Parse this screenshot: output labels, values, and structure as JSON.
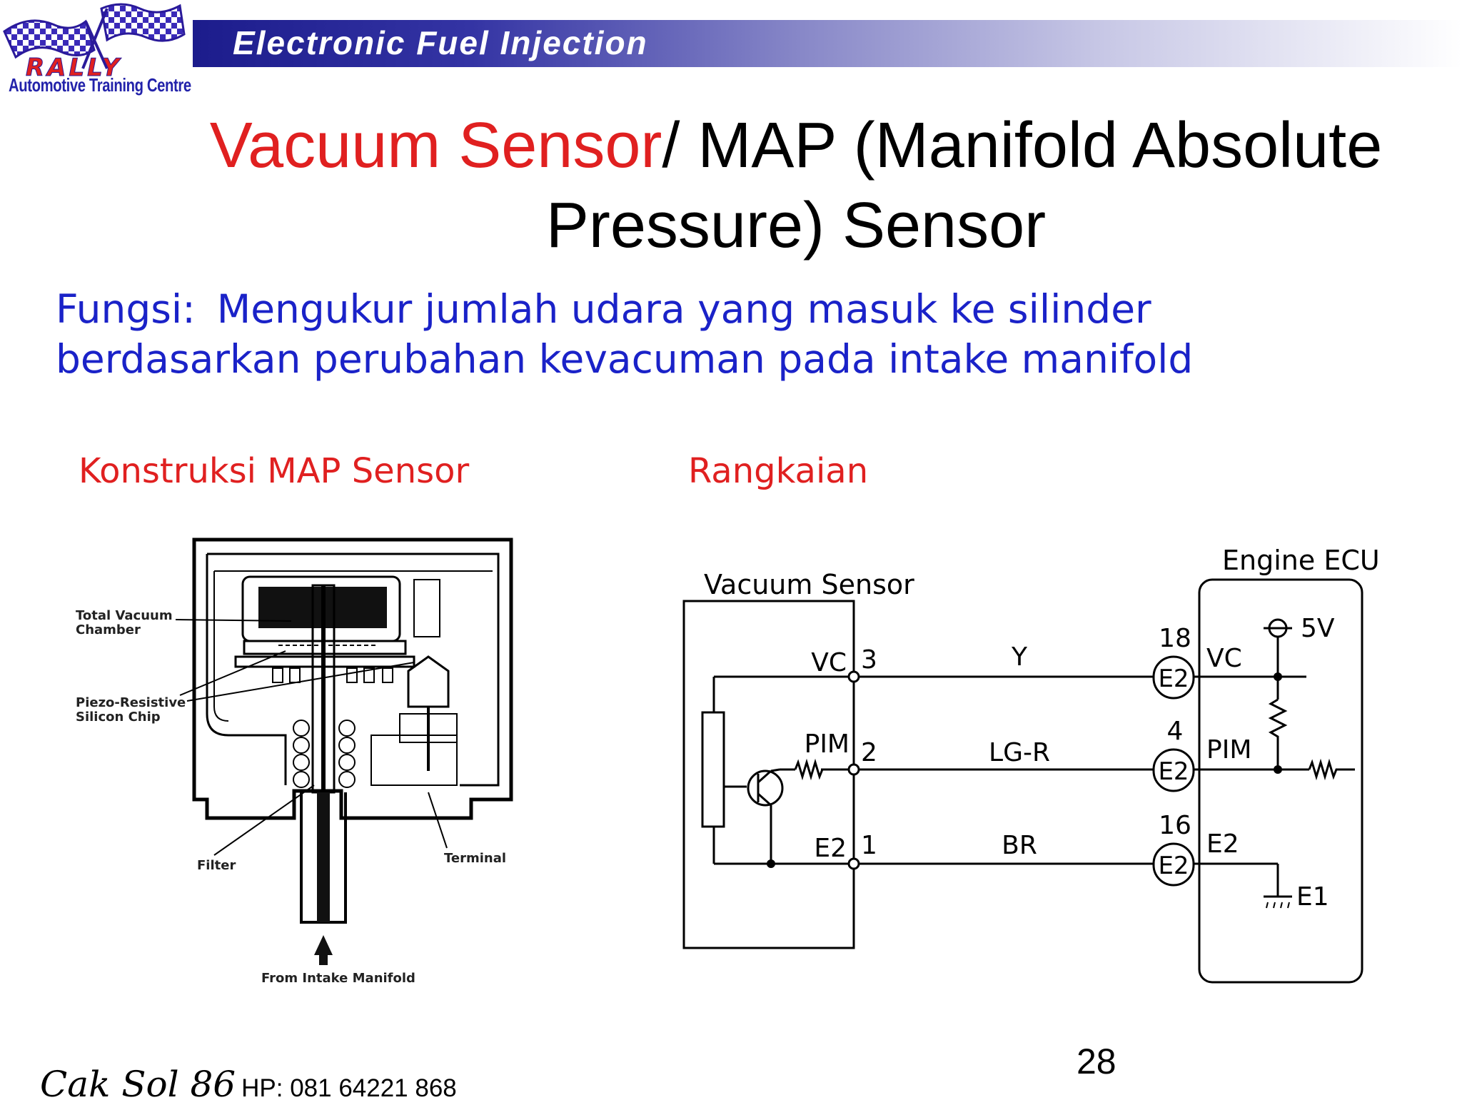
{
  "logo": {
    "word": "RALLY",
    "caption": "Automotive Training Centre"
  },
  "header": {
    "banner_title": "Electronic Fuel Injection"
  },
  "title": {
    "part1": "Vacuum Sensor",
    "part2": "/ MAP (Manifold Absolute",
    "line2": "Pressure) Sensor"
  },
  "fungsi": {
    "label": "Fungsi:",
    "line1": "Mengukur jumlah udara yang masuk ke silinder",
    "line2": "berdasarkan perubahan kevacuman pada intake manifold"
  },
  "sections": {
    "left": "Konstruksi MAP Sensor",
    "right": "Rangkaian"
  },
  "construction": {
    "label_chamber_1": "Total Vacuum",
    "label_chamber_2": "Chamber",
    "label_chip_1": "Piezo-Resistive",
    "label_chip_2": "Silicon Chip",
    "label_filter": "Filter",
    "label_terminal": "Terminal",
    "label_from": "From Intake Manifold"
  },
  "circuit": {
    "sensor_title": "Vacuum Sensor",
    "ecu_title": "Engine ECU",
    "rows": [
      {
        "sensor_pin": "VC",
        "sensor_num": "3",
        "wire": "Y",
        "ecu_num": "18",
        "connector": "E2",
        "ecu_pin": "VC"
      },
      {
        "sensor_pin": "PIM",
        "sensor_num": "2",
        "wire": "LG-R",
        "ecu_num": "4",
        "connector": "E2",
        "ecu_pin": "PIM"
      },
      {
        "sensor_pin": "E2",
        "sensor_num": "1",
        "wire": "BR",
        "ecu_num": "16",
        "connector": "E2",
        "ecu_pin": "E2"
      }
    ],
    "supply": "5V",
    "ground": "E1"
  },
  "page_number": "28",
  "footer": {
    "signature": "Cak Sol 86",
    "phone": "HP: 081 64221 868"
  },
  "colors": {
    "title_red": "#e02020",
    "body_blue": "#1a22c8",
    "banner_dark": "#1c1c8c"
  }
}
